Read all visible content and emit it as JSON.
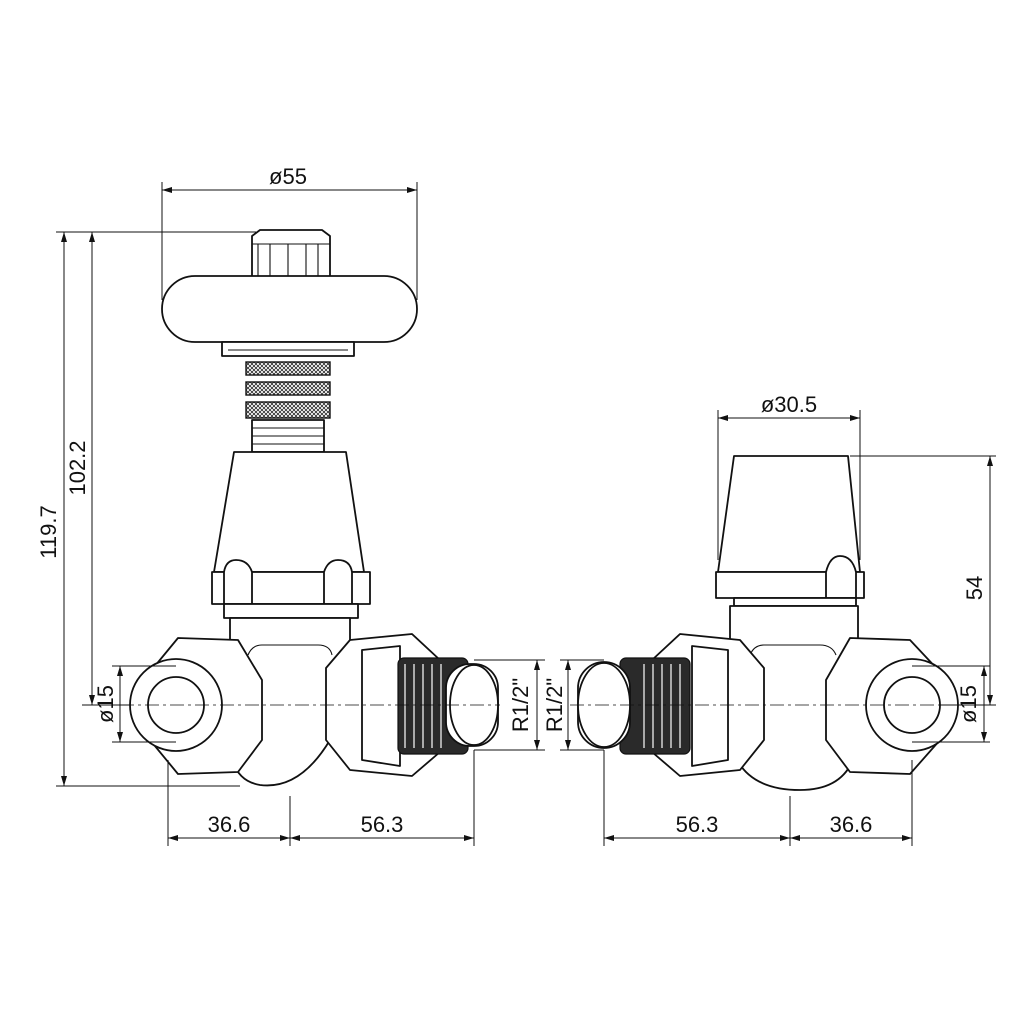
{
  "dimensions": {
    "head_diameter": "ø55",
    "cap_diameter": "ø30.5",
    "overall_height": "119.7",
    "stem_height": "102.2",
    "cap_height": "54",
    "pipe_left": "ø15",
    "pipe_right": "ø15",
    "thread_left": "R1/2\"",
    "thread_right": "R1/2\"",
    "left_offset": "36.6",
    "left_tail": "56.3",
    "right_tail": "56.3",
    "right_offset": "36.6"
  },
  "colors": {
    "line": "#111111",
    "thread_fill": "#2a2a2a",
    "background": "#ffffff"
  }
}
